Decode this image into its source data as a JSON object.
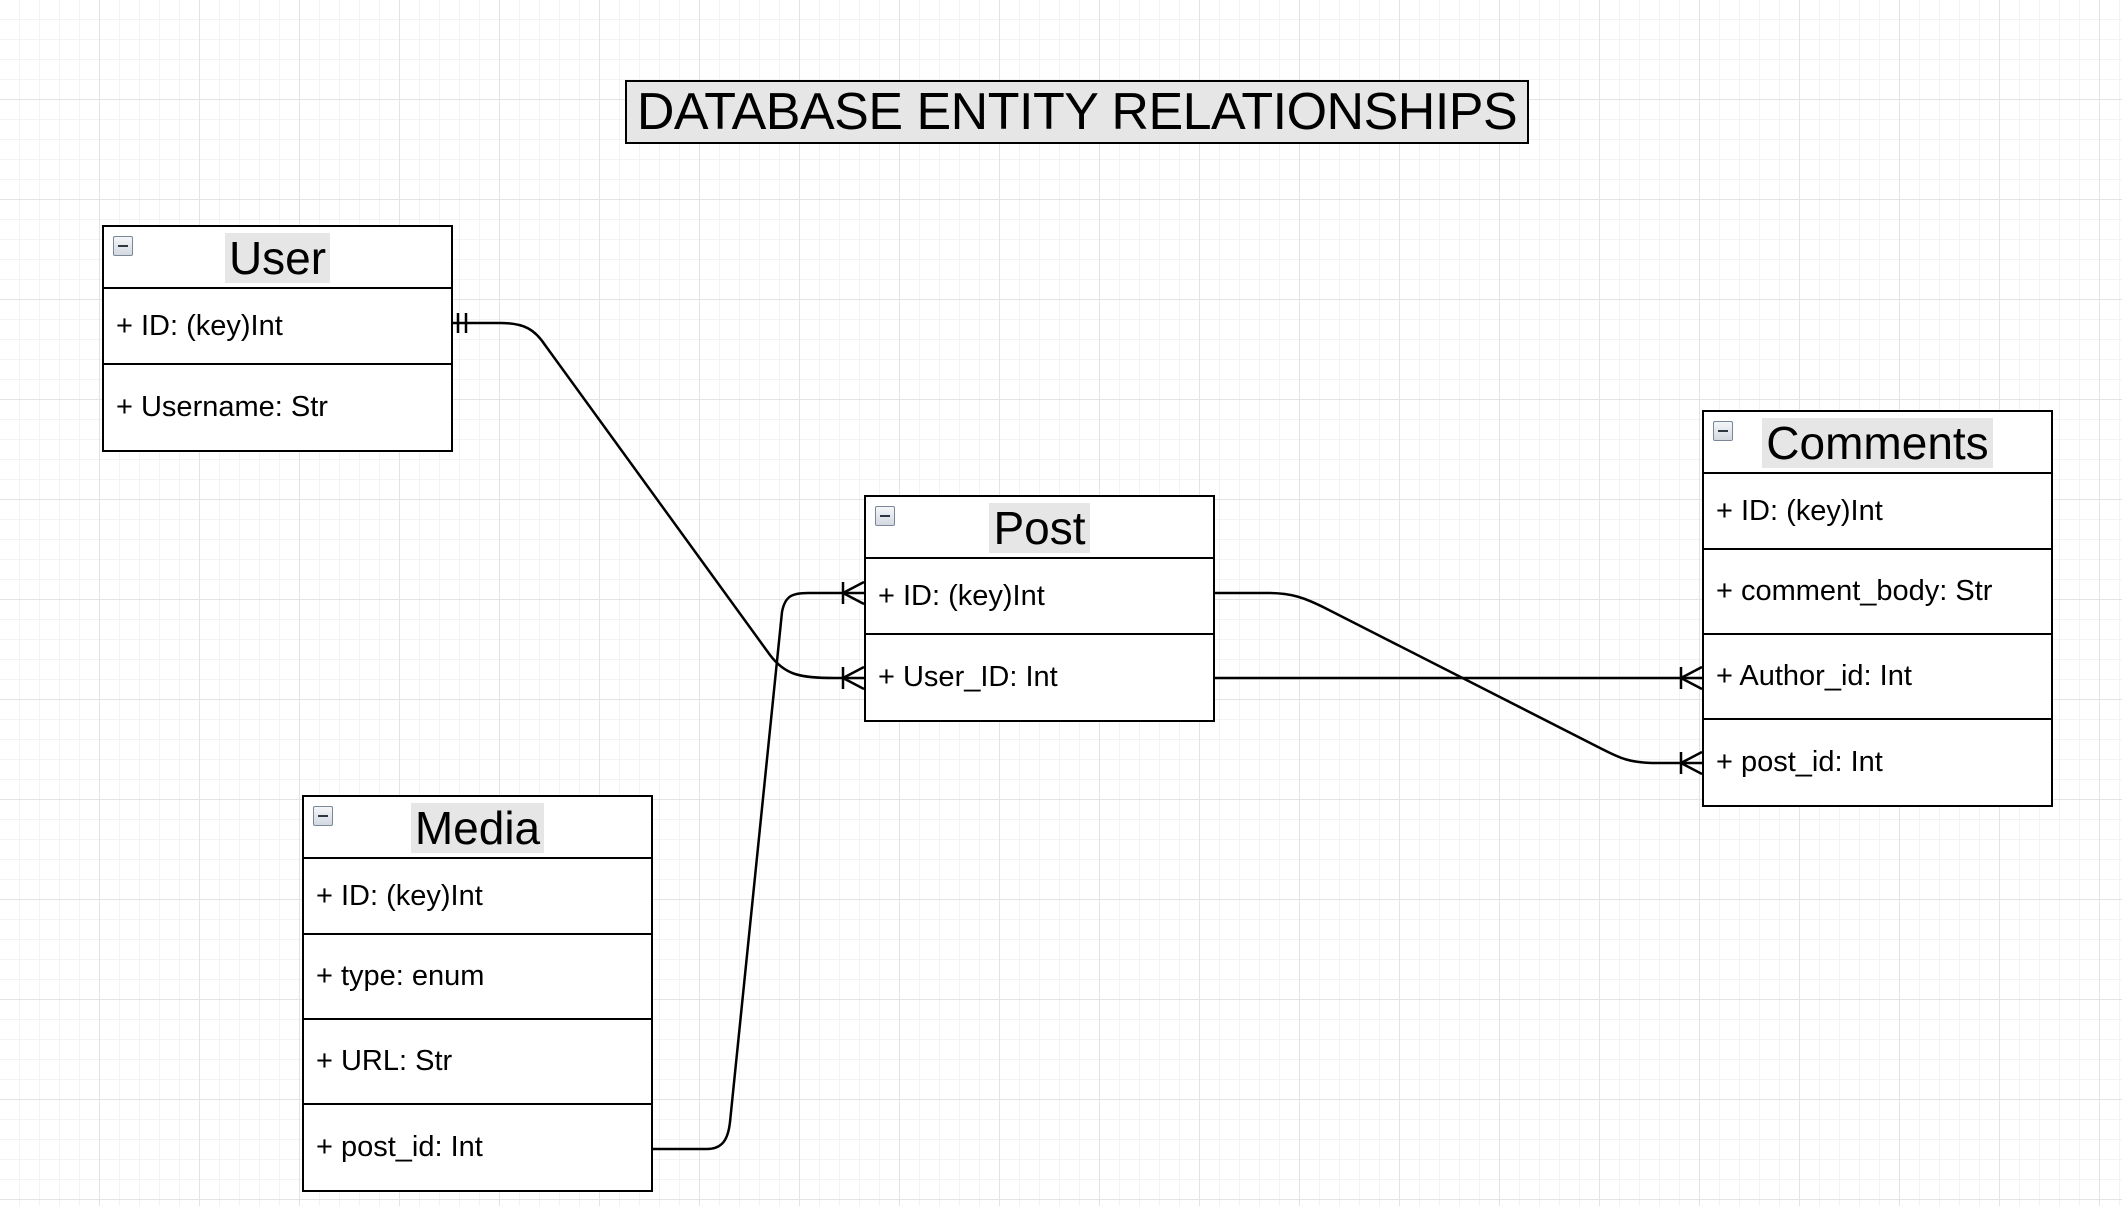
{
  "diagram": {
    "title": "DATABASE ENTITY RELATIONSHIPS"
  },
  "entities": {
    "user": {
      "name": "User",
      "attributes": [
        "+ ID: (key)Int",
        "+ Username: Str"
      ]
    },
    "post": {
      "name": "Post",
      "attributes": [
        "+ ID: (key)Int",
        "+ User_ID: Int"
      ]
    },
    "comments": {
      "name": "Comments",
      "attributes": [
        "+ ID: (key)Int",
        "+ comment_body: Str",
        "+ Author_id: Int",
        "+ post_id: Int"
      ]
    },
    "media": {
      "name": "Media",
      "attributes": [
        "+ ID: (key)Int",
        "+ type: enum",
        "+ URL: Str",
        "+ post_id: Int"
      ]
    }
  },
  "relationships": [
    {
      "from": "User.ID",
      "to": "Post.User_ID",
      "from_end": "one-and-only-one",
      "to_end": "one-or-many"
    },
    {
      "from": "Post.ID",
      "to": "Comments.post_id",
      "from_end": "none",
      "to_end": "one-or-many"
    },
    {
      "from": "Post.User_ID",
      "to": "Comments.Author_id",
      "from_end": "none",
      "to_end": "one-or-many"
    },
    {
      "from": "Media.post_id",
      "to": "Post.ID",
      "from_end": "none",
      "to_end": "one-or-many"
    }
  ],
  "icons": {
    "collapse": "collapse-minus-icon"
  }
}
